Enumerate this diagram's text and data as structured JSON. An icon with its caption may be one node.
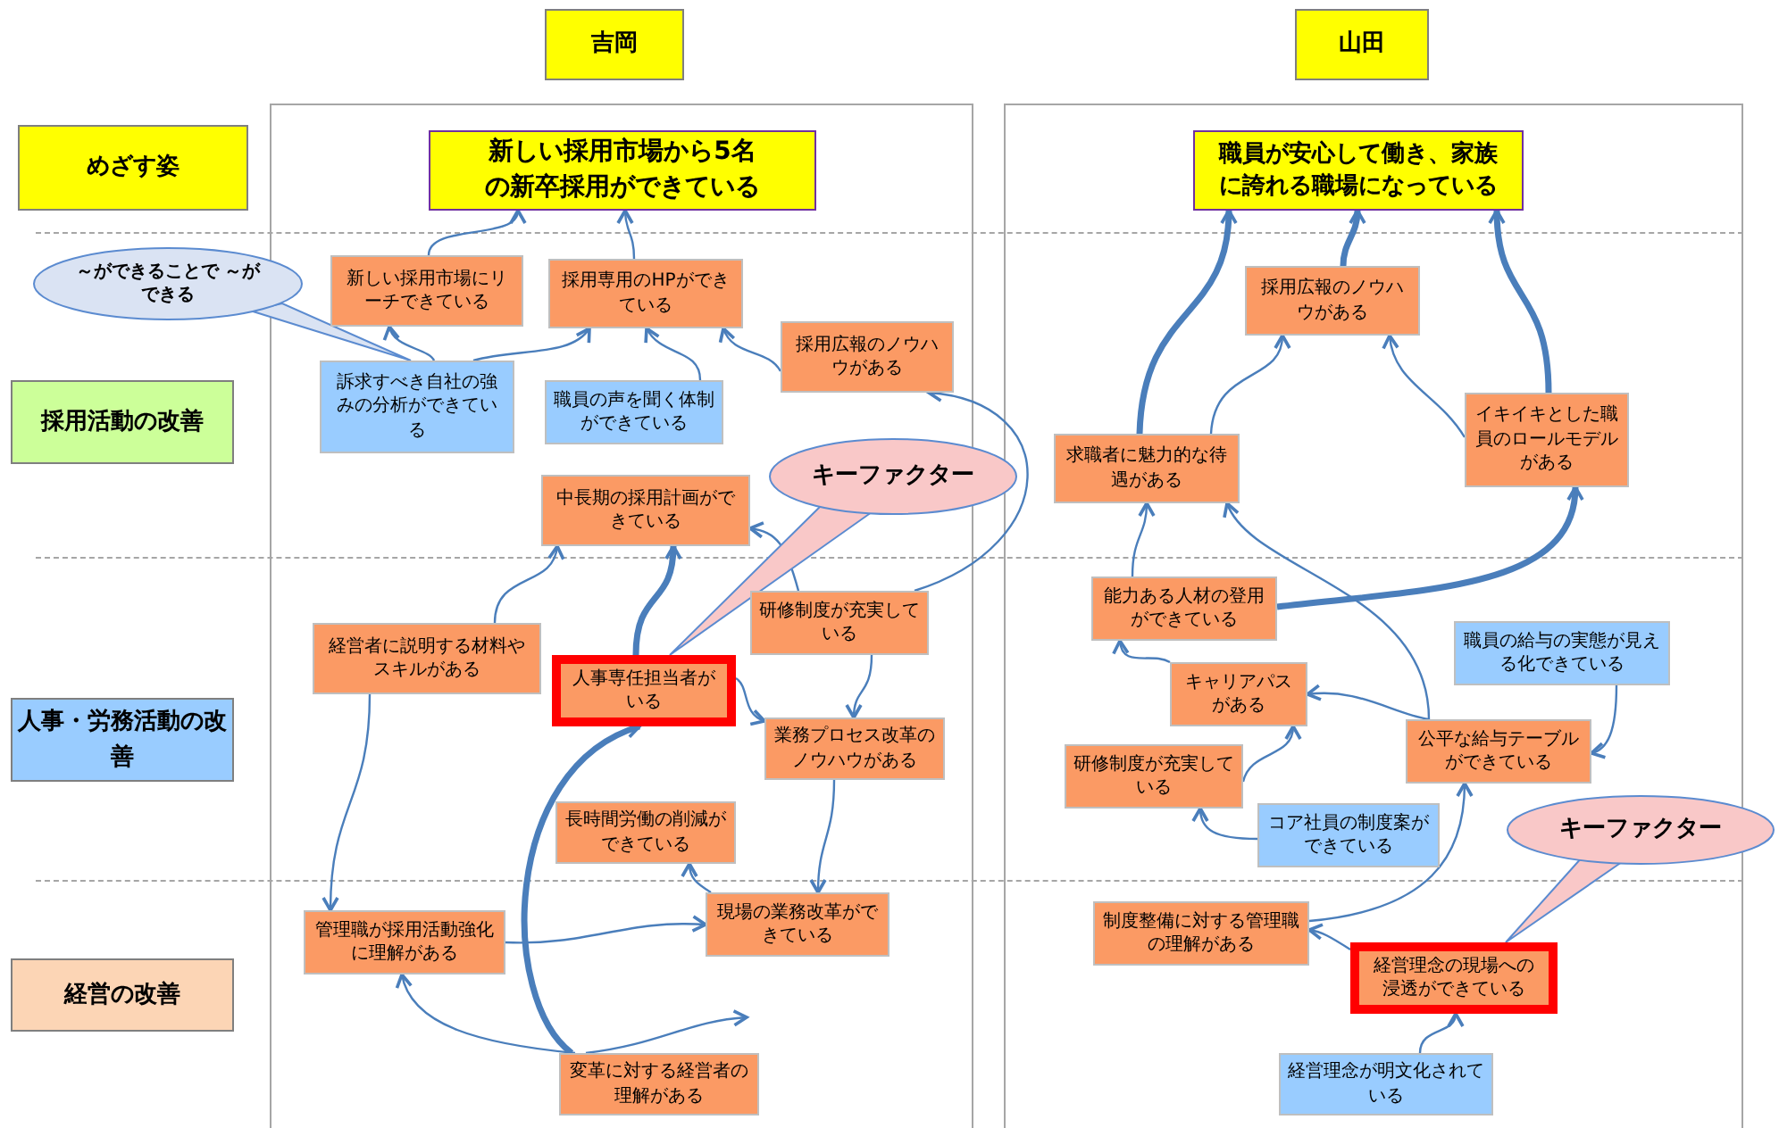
{
  "diagram": {
    "nodes": [
      {
        "text": [
          "吉岡"
        ]
      },
      {
        "text": [
          "山田"
        ]
      },
      {
        "text": [
          "めざす姿"
        ]
      },
      {
        "text": [
          "採用活動の改善"
        ]
      },
      {
        "text": [
          "人事・労務活動の改善"
        ]
      },
      {
        "text": [
          "経営の改善"
        ]
      },
      {
        "text": [
          "～ができることで ～ができる"
        ]
      },
      {
        "text": [
          "新しい採用市場から5名の新卒採用ができている"
        ]
      },
      {
        "text": [
          "新しい採用市場にリーチできている"
        ]
      },
      {
        "text": [
          "採用専用のHPができている"
        ]
      },
      {
        "text": [
          "訴求すべき自社の強みの分析ができている"
        ]
      },
      {
        "text": [
          "職員の声を聞く体制ができている"
        ]
      },
      {
        "text": [
          "採用広報のノウハウがある"
        ]
      },
      {
        "text": [
          "キーファクター"
        ]
      },
      {
        "text": [
          "中長期の採用計画ができている"
        ]
      },
      {
        "text": [
          "経営者に説明する材料やスキルがある"
        ]
      },
      {
        "text": [
          "人事専任担当者がいる"
        ]
      },
      {
        "text": [
          "研修制度が充実している"
        ]
      },
      {
        "text": [
          "業務プロセス改革のノウハウがある"
        ]
      },
      {
        "text": [
          "長時間労働の削減ができている"
        ]
      },
      {
        "text": [
          "管理職が採用活動強化に理解がある"
        ]
      },
      {
        "text": [
          "現場の業務改革ができている"
        ]
      },
      {
        "text": [
          "変革に対する経営者の理解がある"
        ]
      },
      {
        "text": [
          "職員が安心して働き、家族に誇れる職場になっている"
        ]
      },
      {
        "text": [
          "採用広報のノウハウがある"
        ]
      },
      {
        "text": [
          "求職者に魅力的な待遇がある"
        ]
      },
      {
        "text": [
          "イキイキとした職員のロールモデルがある"
        ]
      },
      {
        "text": [
          "能力ある人材の登用ができている"
        ]
      },
      {
        "text": [
          "職員の給与の実態が見える化できている"
        ]
      },
      {
        "text": [
          "キャリアパスがある"
        ]
      },
      {
        "text": [
          "公平な給与テーブルができている"
        ]
      },
      {
        "text": [
          "研修制度が充実している"
        ]
      },
      {
        "text": [
          "コア社員の制度案ができている"
        ]
      },
      {
        "text": [
          "キーファクター"
        ]
      },
      {
        "text": [
          "制度整備に対する管理職の理解がある"
        ]
      },
      {
        "text": [
          "経営理念の現場への浸透ができている"
        ]
      },
      {
        "text": [
          "経営理念が明文化されている"
        ]
      }
    ],
    "edges": [
      {
        "from": 8,
        "to": 7,
        "arrow": "to"
      },
      {
        "from": 9,
        "to": 7,
        "arrow": "to"
      },
      {
        "from": 10,
        "to": 8,
        "arrow": "to"
      },
      {
        "from": 10,
        "to": 9,
        "arrow": "to"
      },
      {
        "from": 11,
        "to": 9,
        "arrow": "to"
      },
      {
        "from": 12,
        "to": 9,
        "arrow": "to"
      },
      {
        "from": 17,
        "to": 12,
        "arrow": "to"
      },
      {
        "from": 17,
        "to": 14,
        "arrow": "to"
      },
      {
        "from": 17,
        "to": 18,
        "arrow": "to"
      },
      {
        "from": 15,
        "to": 14,
        "arrow": "to"
      },
      {
        "from": 16,
        "to": 14,
        "arrow": "to",
        "style": "thick"
      },
      {
        "from": 16,
        "to": 18,
        "arrow": "to"
      },
      {
        "from": 15,
        "to": 20,
        "arrow": "to"
      },
      {
        "from": 18,
        "to": 21,
        "arrow": "to"
      },
      {
        "from": 21,
        "to": 19,
        "arrow": "to"
      },
      {
        "from": 20,
        "to": 21,
        "arrow": "to"
      },
      {
        "from": 22,
        "to": 20,
        "arrow": "to"
      },
      {
        "from": 22,
        "to": null,
        "arrow": "to"
      },
      {
        "from": 22,
        "to": 16,
        "arrow": "to",
        "style": "thick"
      },
      {
        "from": 25,
        "to": 23,
        "arrow": "to",
        "style": "thick"
      },
      {
        "from": 24,
        "to": 23,
        "arrow": "to",
        "style": "thick"
      },
      {
        "from": 26,
        "to": 23,
        "arrow": "to",
        "style": "thick"
      },
      {
        "from": 25,
        "to": 24,
        "arrow": "to"
      },
      {
        "from": 26,
        "to": 24,
        "arrow": "to"
      },
      {
        "from": 27,
        "to": 25,
        "arrow": "to"
      },
      {
        "from": 30,
        "to": 25,
        "arrow": "to"
      },
      {
        "from": 27,
        "to": 26,
        "arrow": "to",
        "style": "thick"
      },
      {
        "from": 29,
        "to": 27,
        "arrow": "to"
      },
      {
        "from": 30,
        "to": 29,
        "arrow": "to"
      },
      {
        "from": 31,
        "to": 29,
        "arrow": "to"
      },
      {
        "from": 32,
        "to": 31,
        "arrow": "to"
      },
      {
        "from": 28,
        "to": 30,
        "arrow": "to"
      },
      {
        "from": 34,
        "to": 30,
        "arrow": "to"
      },
      {
        "from": 35,
        "to": 34,
        "arrow": "to"
      },
      {
        "from": 36,
        "to": 35,
        "arrow": "to"
      },
      {
        "from": 6,
        "to": 10,
        "arrow": "none"
      },
      {
        "from": 13,
        "to": 16,
        "arrow": "none"
      },
      {
        "from": 33,
        "to": 35,
        "arrow": "none"
      }
    ]
  }
}
